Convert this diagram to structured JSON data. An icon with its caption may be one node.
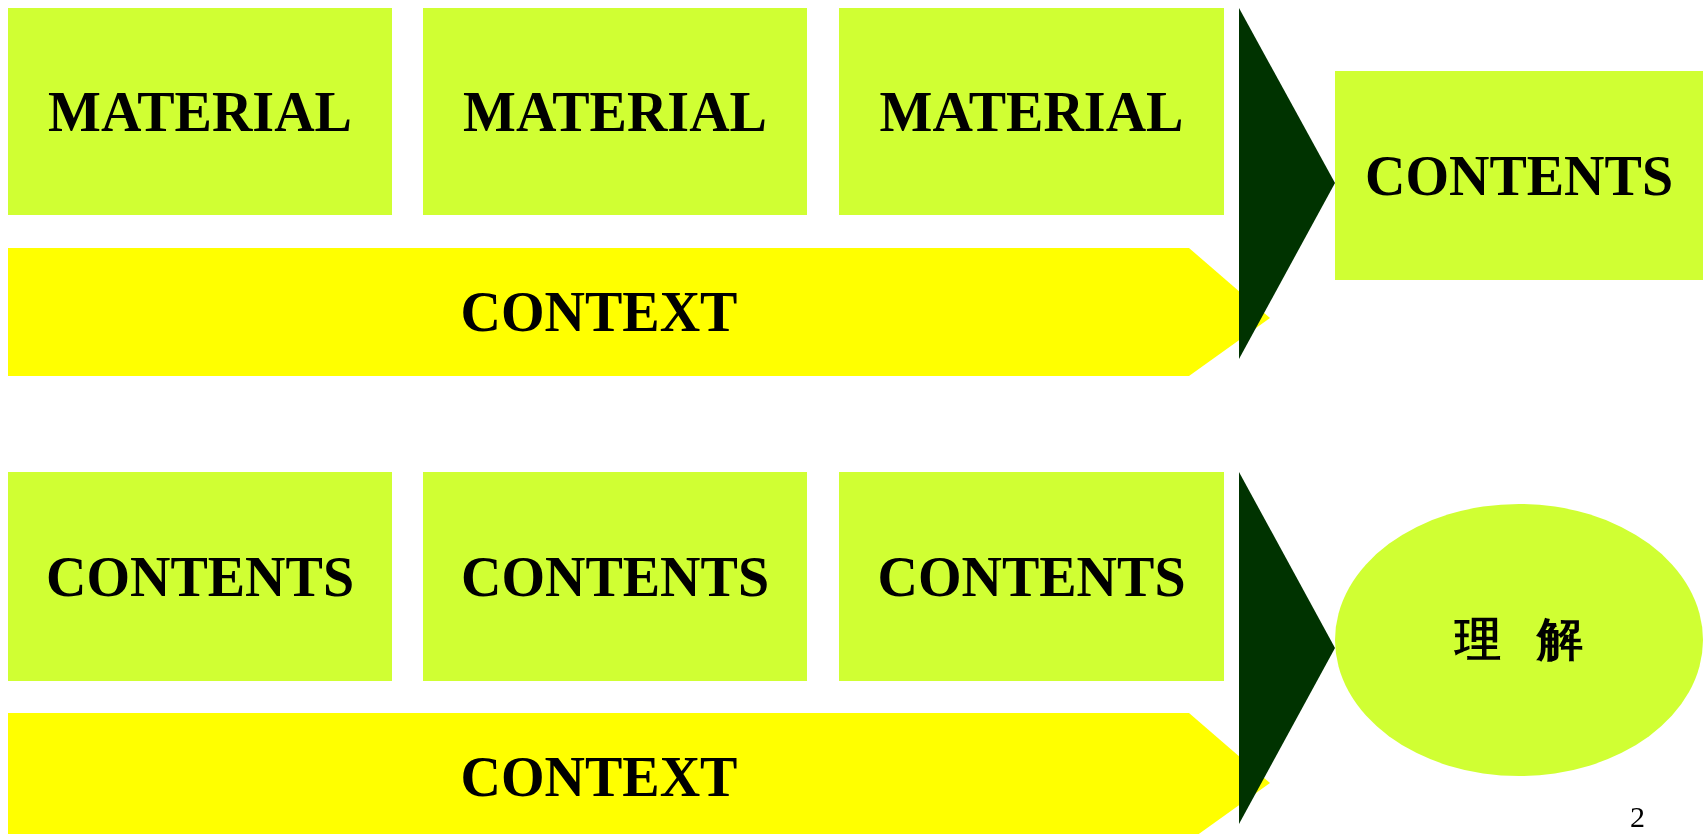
{
  "diagram": {
    "nodes": [
      {
        "text": [
          "MATERIAL"
        ]
      },
      {
        "text": [
          "MATERIAL"
        ]
      },
      {
        "text": [
          "MATERIAL"
        ]
      },
      {
        "text": [
          "CONTEXT"
        ]
      },
      {
        "text": [
          "CONTENTS"
        ]
      },
      {
        "text": [
          "CONTENTS"
        ]
      },
      {
        "text": [
          "CONTENTS"
        ]
      },
      {
        "text": [
          "CONTENTS"
        ]
      },
      {
        "text": [
          "CONTEXT"
        ]
      },
      {
        "text": [
          "理解"
        ]
      }
    ],
    "edges": [
      {
        "from": 3,
        "to": 4,
        "arrow": "to"
      },
      {
        "from": 8,
        "to": 9,
        "arrow": "to"
      }
    ],
    "labels": [
      "2"
    ]
  }
}
